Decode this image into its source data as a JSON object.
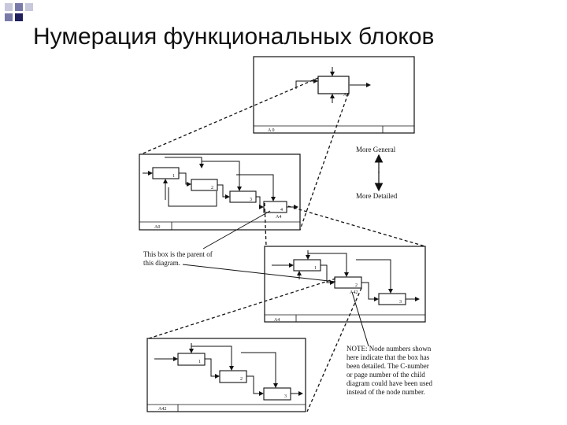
{
  "page_title": "Нумерация функциональных блоков",
  "diagrams": {
    "a0": {
      "id": "A 0",
      "box": "0",
      "node": "A0"
    },
    "a1": {
      "id": "A0",
      "boxes": [
        "1",
        "2",
        "3",
        "4"
      ],
      "node": "A4"
    },
    "a2": {
      "id": "A4",
      "boxes": [
        "1",
        "2",
        "3"
      ],
      "node": "A42"
    },
    "a3": {
      "id": "A42",
      "boxes": [
        "1",
        "2",
        "3"
      ]
    }
  },
  "arrow_legend": {
    "top": "More General",
    "bottom": "More Detailed"
  },
  "callout": {
    "line1": "This box is the parent of",
    "line2": "this diagram."
  },
  "note": [
    "NOTE: Node numbers shown",
    "here indicate that the box has",
    "been detailed. The C-number",
    "or page number of the child",
    "diagram could have been used",
    "instead of the node number."
  ],
  "colors": {
    "squares_dark": "#1f1f5c",
    "squares_mid": "#7a7aa8",
    "squares_light": "#c8c8dc"
  }
}
